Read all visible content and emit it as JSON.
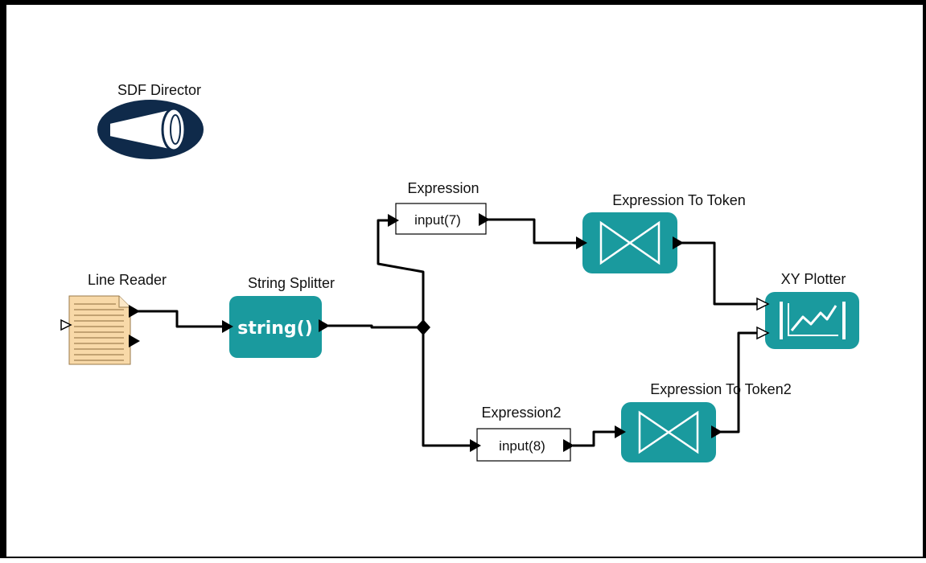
{
  "director": {
    "label": "SDF Director",
    "icon": "megaphone-icon",
    "color": "#0f2a4a"
  },
  "actors": {
    "line_reader": {
      "label": "Line Reader",
      "icon": "document-icon",
      "color": "#f8d9a8"
    },
    "string_splitter": {
      "label": "String Splitter",
      "function_text": "string()",
      "color": "#1a9a9e"
    },
    "expression": {
      "label": "Expression",
      "expr_text": "input(7)"
    },
    "expression2": {
      "label": "Expression2",
      "expr_text": "input(8)"
    },
    "expression_to_token": {
      "label": "Expression To Token",
      "icon": "bowtie-icon",
      "color": "#1a9a9e"
    },
    "expression_to_token2": {
      "label": "Expression To Token2",
      "icon": "bowtie-icon",
      "color": "#1a9a9e"
    },
    "xy_plotter": {
      "label": "XY Plotter",
      "icon": "line-chart-icon",
      "color": "#1a9a9e"
    }
  },
  "relation": {
    "icon": "diamond-relation-icon"
  }
}
